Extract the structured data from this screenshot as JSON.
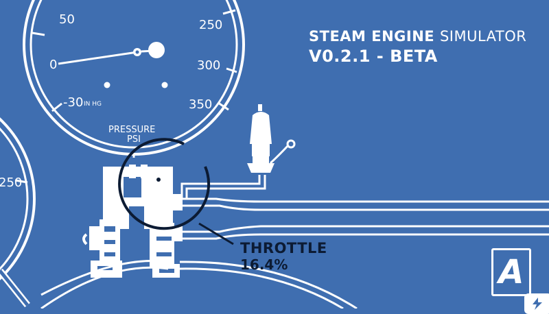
{
  "header": {
    "title_bold": "STEAM ENGINE",
    "title_light": "SIMULATOR",
    "version": "V0.2.1 - BETA"
  },
  "gauge": {
    "labels": {
      "tick_50": "50",
      "tick_0": "0",
      "tick_neg30": "-30",
      "unit_inhg": "IN HG",
      "tick_250": "250",
      "tick_300": "300",
      "tick_350": "350",
      "name_line1": "PRESSURE",
      "name_line2": "PSI"
    },
    "needle_value": "0"
  },
  "left_gauge": {
    "labels": {
      "tick_250": "250"
    }
  },
  "throttle": {
    "label": "THROTTLE",
    "value": "16.4%"
  },
  "logo": {
    "letter": "A"
  },
  "icons": {
    "control_ring": "control-ring-icon",
    "whistle": "steam-whistle-icon",
    "logo": "app-logo-icon",
    "badge": "lightning-badge-icon"
  },
  "colors": {
    "background": "#3f6eb0",
    "line": "#ffffff",
    "label_dark": "#0c1b33",
    "ring": "#0c1b33"
  }
}
